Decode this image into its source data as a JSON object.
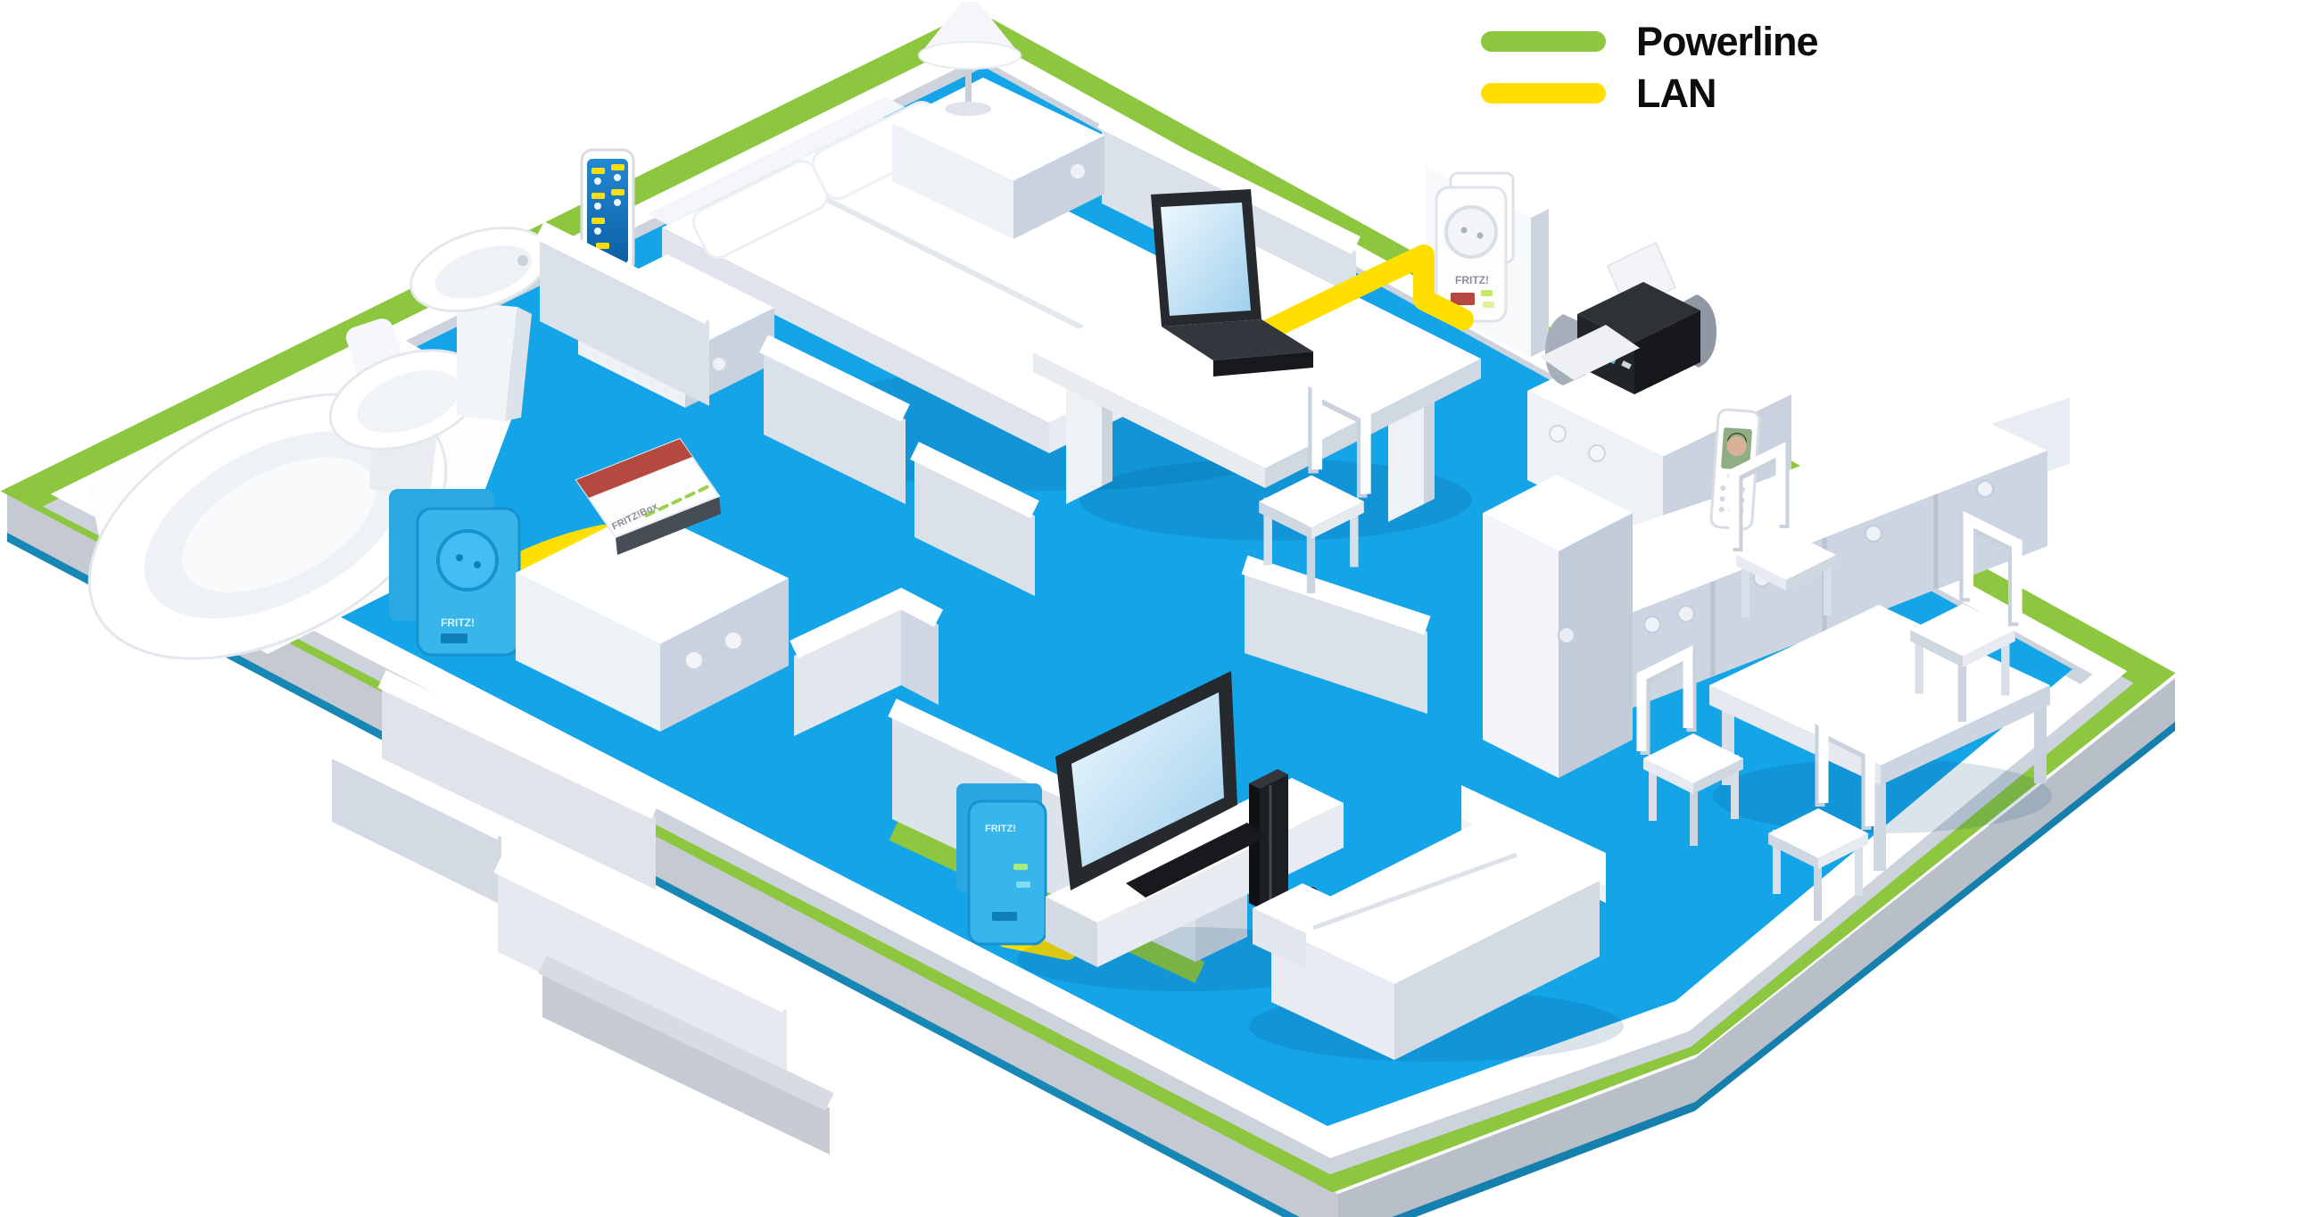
{
  "legend": {
    "items": [
      {
        "label": "Powerline",
        "color": "#8dc63f"
      },
      {
        "label": "LAN",
        "color": "#ffdf00"
      }
    ]
  },
  "colors": {
    "powerline": "#8dc63f",
    "lan": "#ffdf00",
    "floor": "#14a4e8",
    "adapter_blue": "#38b6ec",
    "fritz_red": "#b5483f"
  },
  "devices": {
    "router_label": "FRITZ!Box",
    "adapter_label": "FRITZ!"
  }
}
